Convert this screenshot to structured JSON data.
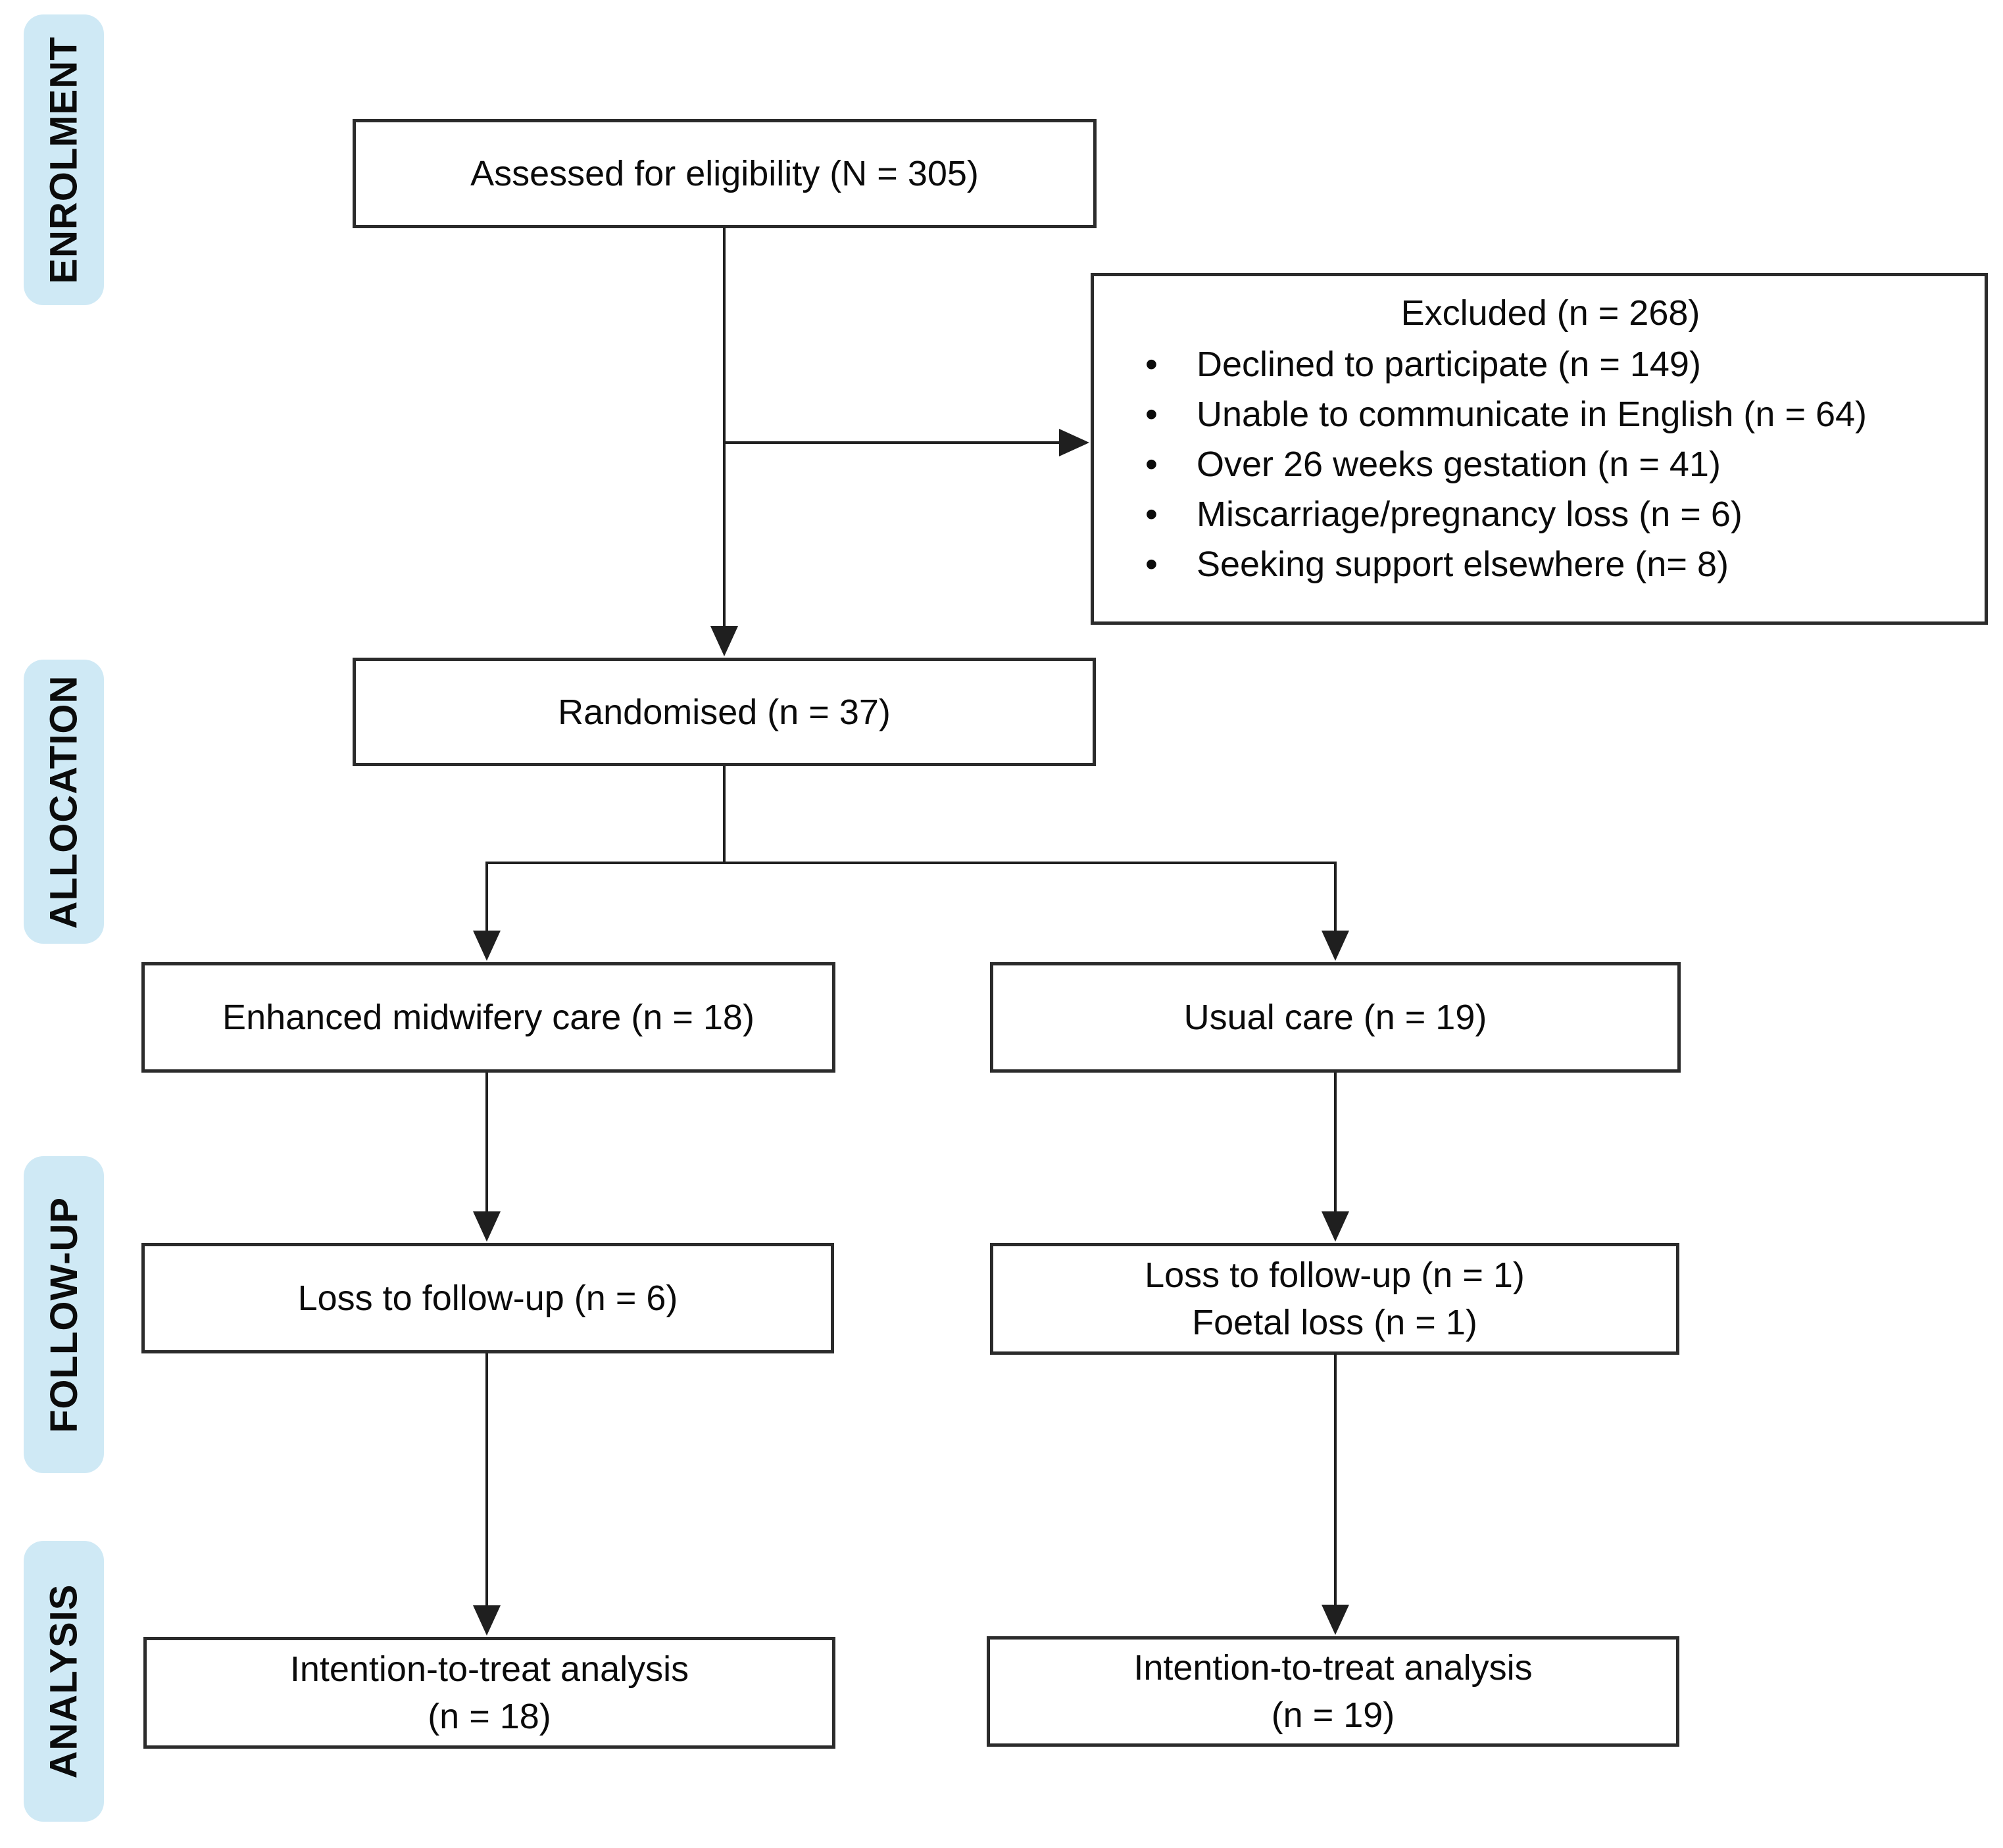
{
  "stages": [
    {
      "label": "ENROLMENT"
    },
    {
      "label": "ALLOCATION"
    },
    {
      "label": "FOLLOW-UP"
    },
    {
      "label": "ANALYSIS"
    }
  ],
  "bullet_glyph": "•",
  "boxes": {
    "assessed": {
      "text": "Assessed for eligibility (N = 305)"
    },
    "excluded": {
      "title": "Excluded (n = 268)",
      "items": [
        "Declined to participate (n = 149)",
        "Unable to communicate in English (n = 64)",
        "Over 26 weeks gestation (n = 41)",
        "Miscarriage/pregnancy loss (n = 6)",
        "Seeking support elsewhere (n= 8)"
      ]
    },
    "randomised": {
      "text": "Randomised (n = 37)"
    },
    "alloc_left": {
      "text": "Enhanced midwifery care (n = 18)"
    },
    "alloc_right": {
      "text": "Usual care (n = 19)"
    },
    "followup_left": {
      "text": "Loss to follow-up (n = 6)"
    },
    "followup_right": {
      "line1": "Loss to follow-up (n = 1)",
      "line2": "Foetal loss (n = 1)"
    },
    "analysis_left": {
      "line1": "Intention-to-treat analysis",
      "line2": "(n = 18)"
    },
    "analysis_right": {
      "line1": "Intention-to-treat analysis",
      "line2": "(n = 19)"
    }
  },
  "colors": {
    "stage_bg": "#cfe9f5",
    "box_bg": "#ffffff",
    "box_border": "#2b2b2b",
    "connector": "#1f1f1f",
    "text": "#0b0b0b"
  }
}
